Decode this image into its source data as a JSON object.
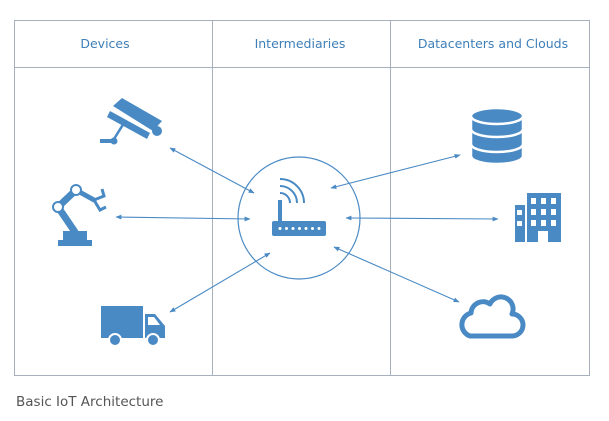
{
  "columns": [
    {
      "title": "Devices"
    },
    {
      "title": "Intermediaries"
    },
    {
      "title": "Datacenters and Clouds"
    }
  ],
  "caption": "Basic IoT Architecture",
  "colors": {
    "accent": "#4a8ac4",
    "border": "#a6b1bd",
    "caption": "#555555"
  },
  "devices": [
    "security-camera-icon",
    "robotic-arm-icon",
    "delivery-truck-icon"
  ],
  "hub": "wireless-router-icon",
  "cloud_side": [
    "database-icon",
    "office-building-icon",
    "cloud-icon"
  ]
}
